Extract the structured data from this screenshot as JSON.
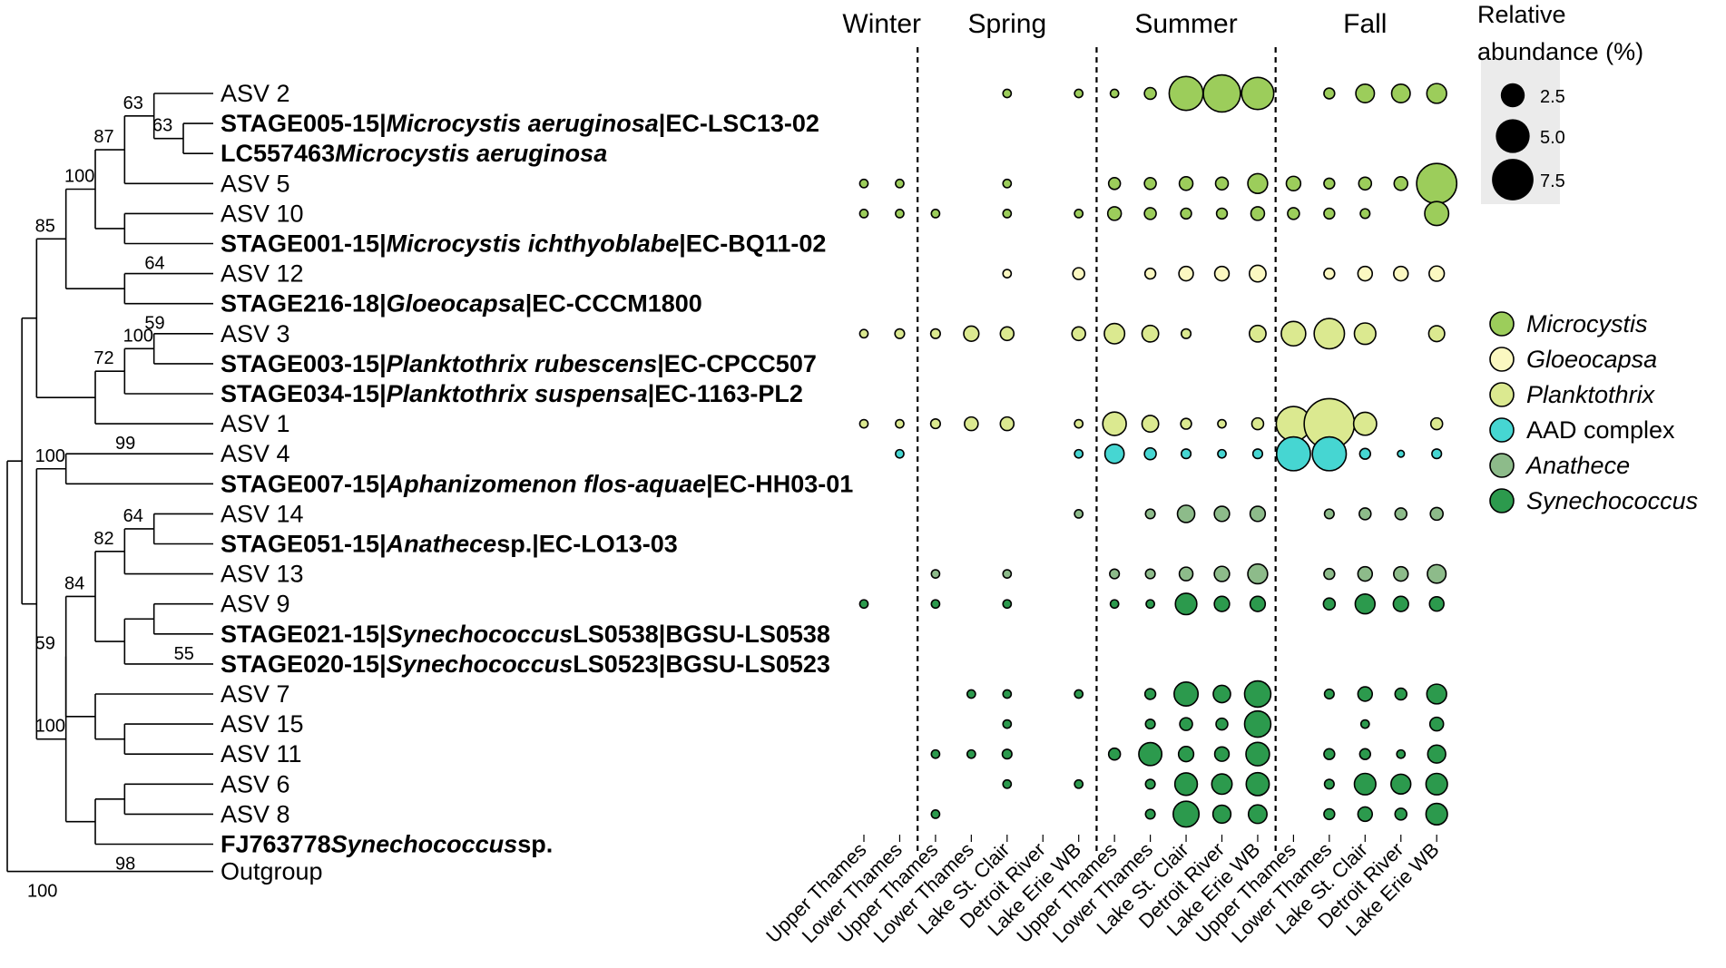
{
  "seasons": [
    "Winter",
    "Spring",
    "Summer",
    "Fall"
  ],
  "sites": [
    "Upper Thames",
    "Lower Thames",
    "Upper Thames",
    "Lower Thames",
    "Lake St. Clair",
    "Detroit River",
    "Lake Erie WB",
    "Upper Thames",
    "Lower Thames",
    "Lake St. Clair",
    "Detroit River",
    "Lake Erie WB",
    "Upper Thames",
    "Lower Thames",
    "Lake St. Clair",
    "Detroit River",
    "Lake Erie WB"
  ],
  "size_legend": {
    "title_line1": "Relative",
    "title_line2": "abundance (%)",
    "items": [
      {
        "value": 2.5,
        "label": "2.5"
      },
      {
        "value": 5.0,
        "label": "5.0"
      },
      {
        "value": 7.5,
        "label": "7.5"
      }
    ]
  },
  "groups": [
    {
      "key": "Microcystis",
      "label": "Microcystis",
      "color": "#9ccd5b",
      "italic": true
    },
    {
      "key": "Gloeocapsa",
      "label": "Gloeocapsa",
      "color": "#fbf8c1",
      "italic": true
    },
    {
      "key": "Planktothrix",
      "label": "Planktothrix",
      "color": "#dbe990",
      "italic": true
    },
    {
      "key": "AAD",
      "label": "AAD complex",
      "color": "#46d6d2",
      "italic": false
    },
    {
      "key": "Anathece",
      "label": "Anathece",
      "color": "#8dbb8a",
      "italic": true
    },
    {
      "key": "Synechococcus",
      "label": "Synechococcus",
      "color": "#2c9a4d",
      "italic": true
    }
  ],
  "tree": {
    "leaves": [
      {
        "id": "asv2",
        "segments": [
          {
            "text": "ASV 2"
          }
        ]
      },
      {
        "id": "stage005",
        "bold": true,
        "segments": [
          {
            "text": "STAGE005-15|"
          },
          {
            "text": "Microcystis aeruginosa",
            "italic": true
          },
          {
            "text": "|EC-LSC13-02"
          }
        ]
      },
      {
        "id": "lc557463",
        "bold": true,
        "segments": [
          {
            "text": "LC557463"
          },
          {
            "text": "Microcystis aeruginosa",
            "italic": true
          }
        ]
      },
      {
        "id": "asv5",
        "segments": [
          {
            "text": "ASV 5"
          }
        ]
      },
      {
        "id": "asv10",
        "segments": [
          {
            "text": "ASV 10"
          }
        ]
      },
      {
        "id": "stage001",
        "bold": true,
        "segments": [
          {
            "text": "STAGE001-15|"
          },
          {
            "text": "Microcystis ichthyoblabe",
            "italic": true
          },
          {
            "text": "|EC-BQ11-02"
          }
        ]
      },
      {
        "id": "asv12",
        "segments": [
          {
            "text": "ASV 12"
          }
        ]
      },
      {
        "id": "stage216",
        "bold": true,
        "segments": [
          {
            "text": "STAGE216-18|"
          },
          {
            "text": "Gloeocapsa",
            "italic": true
          },
          {
            "text": "|EC-CCCM1800"
          }
        ]
      },
      {
        "id": "asv3",
        "segments": [
          {
            "text": "ASV 3"
          }
        ]
      },
      {
        "id": "stage003",
        "bold": true,
        "segments": [
          {
            "text": "STAGE003-15|"
          },
          {
            "text": "Planktothrix rubescens",
            "italic": true
          },
          {
            "text": "|EC-CPCC507"
          }
        ]
      },
      {
        "id": "stage034",
        "bold": true,
        "segments": [
          {
            "text": "STAGE034-15|"
          },
          {
            "text": "Planktothrix suspensa",
            "italic": true
          },
          {
            "text": "|EC-1163-PL2"
          }
        ]
      },
      {
        "id": "asv1",
        "segments": [
          {
            "text": "ASV 1"
          }
        ]
      },
      {
        "id": "asv4",
        "segments": [
          {
            "text": "ASV 4"
          }
        ]
      },
      {
        "id": "stage007",
        "bold": true,
        "segments": [
          {
            "text": "STAGE007-15|"
          },
          {
            "text": "Aphanizomenon flos-aquae",
            "italic": true
          },
          {
            "text": "|EC-HH03-01"
          }
        ]
      },
      {
        "id": "asv14",
        "segments": [
          {
            "text": "ASV 14"
          }
        ]
      },
      {
        "id": "stage051",
        "bold": true,
        "segments": [
          {
            "text": "STAGE051-15|"
          },
          {
            "text": "Anathece",
            "italic": true
          },
          {
            "text": "sp.|EC-LO13-03"
          }
        ]
      },
      {
        "id": "asv13",
        "segments": [
          {
            "text": "ASV 13"
          }
        ]
      },
      {
        "id": "asv9",
        "segments": [
          {
            "text": "ASV 9"
          }
        ]
      },
      {
        "id": "stage021",
        "bold": true,
        "segments": [
          {
            "text": "STAGE021-15|"
          },
          {
            "text": "Synechococcus",
            "italic": true
          },
          {
            "text": "LS0538|BGSU-LS0538"
          }
        ]
      },
      {
        "id": "stage020",
        "bold": true,
        "segments": [
          {
            "text": "STAGE020-15|"
          },
          {
            "text": "Synechococcus",
            "italic": true
          },
          {
            "text": "LS0523|BGSU-LS0523"
          }
        ]
      },
      {
        "id": "asv7",
        "segments": [
          {
            "text": "ASV 7"
          }
        ]
      },
      {
        "id": "asv15",
        "segments": [
          {
            "text": "ASV 15"
          }
        ]
      },
      {
        "id": "asv11",
        "segments": [
          {
            "text": "ASV 11"
          }
        ]
      },
      {
        "id": "asv6",
        "segments": [
          {
            "text": "ASV 6"
          }
        ]
      },
      {
        "id": "asv8",
        "segments": [
          {
            "text": "ASV 8"
          }
        ]
      },
      {
        "id": "fj763778",
        "bold": true,
        "segments": [
          {
            "text": "FJ763778"
          },
          {
            "text": "Synechococcus",
            "italic": true
          },
          {
            "text": "sp."
          }
        ]
      },
      {
        "id": "outgroup",
        "segments": [
          {
            "text": "Outgroup"
          }
        ]
      }
    ],
    "nodes": [
      {
        "id": "n_a",
        "depth": 6,
        "children": [
          "stage005",
          "lc557463"
        ],
        "support": "63"
      },
      {
        "id": "n_b",
        "depth": 5,
        "children": [
          "asv2",
          "n_a"
        ],
        "support": "63"
      },
      {
        "id": "n_c",
        "depth": 4,
        "children": [
          "n_b",
          "asv5"
        ],
        "support": "87"
      },
      {
        "id": "n_d",
        "depth": 4,
        "children": [
          "asv10",
          "stage001"
        ],
        "support": "64"
      },
      {
        "id": "n_e",
        "depth": 3,
        "children": [
          "n_c",
          "n_d"
        ],
        "support": "100"
      },
      {
        "id": "n_f",
        "depth": 4,
        "children": [
          "asv12",
          "stage216"
        ],
        "support": "59"
      },
      {
        "id": "n_g",
        "depth": 2,
        "children": [
          "n_e",
          "n_f"
        ],
        "support": "85"
      },
      {
        "id": "n_h",
        "depth": 5,
        "children": [
          "asv3",
          "stage003"
        ],
        "support": "100"
      },
      {
        "id": "n_i",
        "depth": 4,
        "children": [
          "n_h",
          "stage034"
        ],
        "support": "72"
      },
      {
        "id": "n_j",
        "depth": 3,
        "children": [
          "n_i",
          "asv1"
        ],
        "support": "99"
      },
      {
        "id": "n_k",
        "depth": 1,
        "children": [
          "n_g",
          "n_j"
        ],
        "support": ""
      },
      {
        "id": "n_l",
        "depth": 2,
        "children": [
          "asv4",
          "stage007"
        ],
        "support": "100"
      },
      {
        "id": "n_m",
        "depth": 5,
        "children": [
          "asv14",
          "stage051"
        ],
        "support": "64"
      },
      {
        "id": "n_n",
        "depth": 4,
        "children": [
          "n_m",
          "asv13"
        ],
        "support": "82"
      },
      {
        "id": "n_o",
        "depth": 5,
        "children": [
          "asv9",
          "stage021"
        ],
        "support": "55"
      },
      {
        "id": "n_p",
        "depth": 4,
        "children": [
          "n_o",
          "stage020"
        ],
        "support": ""
      },
      {
        "id": "n_q",
        "depth": 3,
        "children": [
          "n_n",
          "n_p"
        ],
        "support": "84"
      },
      {
        "id": "n_r",
        "depth": 4,
        "children": [
          "asv15",
          "asv11"
        ],
        "support": ""
      },
      {
        "id": "n_s",
        "depth": 3,
        "children": [
          "asv7",
          "n_r"
        ],
        "support": ""
      },
      {
        "id": "n_t",
        "depth": 2,
        "children": [
          "n_q",
          "n_s"
        ],
        "support": "59"
      },
      {
        "id": "n_u",
        "depth": 4,
        "children": [
          "asv6",
          "asv8"
        ],
        "support": ""
      },
      {
        "id": "n_v",
        "depth": 3,
        "children": [
          "n_u",
          "fj763778"
        ],
        "support": "98"
      },
      {
        "id": "n_w",
        "depth": 2,
        "children": [
          "n_t",
          "n_v"
        ],
        "support": "100"
      },
      {
        "id": "n_x",
        "depth": 1,
        "children": [
          "n_l",
          "n_w"
        ],
        "support": ""
      },
      {
        "id": "n_root1",
        "depth": 0.5,
        "children": [
          "n_k",
          "n_x"
        ],
        "support": ""
      },
      {
        "id": "n_root",
        "depth": 0,
        "children": [
          "n_root1",
          "outgroup"
        ],
        "support": "100"
      }
    ]
  },
  "abundance": [
    {
      "leaf": "asv2",
      "group": "Microcystis",
      "values": [
        0,
        0,
        0,
        0,
        0.3,
        0,
        0.3,
        0.3,
        0.6,
        5.0,
        6.0,
        4.5,
        0,
        0.5,
        1.5,
        1.5,
        1.7
      ]
    },
    {
      "leaf": "asv5",
      "group": "Microcystis",
      "values": [
        0.3,
        0.3,
        0,
        0,
        0.3,
        0,
        0,
        0.6,
        0.6,
        0.8,
        0.7,
        1.7,
        0.9,
        0.5,
        0.7,
        0.8,
        7.0
      ]
    },
    {
      "leaf": "asv10",
      "group": "Microcystis",
      "values": [
        0.3,
        0.3,
        0.3,
        0,
        0.3,
        0,
        0.3,
        0.8,
        0.6,
        0.5,
        0.5,
        0.8,
        0.6,
        0.5,
        0.4,
        0,
        2.5
      ]
    },
    {
      "leaf": "asv12",
      "group": "Gloeocapsa",
      "values": [
        0,
        0,
        0,
        0,
        0.3,
        0,
        0.6,
        0,
        0.5,
        0.9,
        0.9,
        1.2,
        0,
        0.5,
        0.9,
        0.9,
        1.0
      ]
    },
    {
      "leaf": "asv3",
      "group": "Planktothrix",
      "values": [
        0.3,
        0.4,
        0.4,
        1.0,
        0.8,
        0,
        0.8,
        1.8,
        1.2,
        0.4,
        0,
        1.2,
        2.6,
        4.0,
        2.0,
        0,
        1.1
      ]
    },
    {
      "leaf": "asv1",
      "group": "Planktothrix",
      "values": [
        0.3,
        0.3,
        0.4,
        0.8,
        0.8,
        0,
        0.3,
        2.4,
        1.2,
        0.5,
        0.3,
        0.6,
        5.2,
        11.0,
        2.3,
        0,
        0.6
      ]
    },
    {
      "leaf": "asv4",
      "group": "AAD",
      "values": [
        0,
        0.3,
        0,
        0,
        0,
        0,
        0.3,
        1.6,
        0.6,
        0.4,
        0.3,
        0.4,
        5.0,
        5.0,
        0.5,
        0.2,
        0.4
      ]
    },
    {
      "leaf": "asv14",
      "group": "Anathece",
      "values": [
        0,
        0,
        0,
        0,
        0,
        0,
        0.3,
        0,
        0.4,
        1.3,
        1.0,
        1.0,
        0,
        0.4,
        0.6,
        0.6,
        0.7
      ]
    },
    {
      "leaf": "asv13",
      "group": "Anathece",
      "values": [
        0,
        0,
        0.3,
        0,
        0.3,
        0,
        0,
        0.4,
        0.4,
        0.8,
        1.0,
        1.7,
        0,
        0.5,
        0.9,
        0.9,
        1.5
      ]
    },
    {
      "leaf": "asv9",
      "group": "Synechococcus",
      "values": [
        0.3,
        0,
        0.3,
        0,
        0.3,
        0,
        0,
        0.3,
        0.3,
        2.0,
        1.0,
        1.0,
        0,
        0.6,
        1.7,
        1.0,
        0.9
      ]
    },
    {
      "leaf": "asv7",
      "group": "Synechococcus",
      "values": [
        0,
        0,
        0,
        0.3,
        0.3,
        0,
        0.3,
        0,
        0.5,
        2.5,
        1.3,
        3.0,
        0,
        0.4,
        0.9,
        0.6,
        1.7
      ]
    },
    {
      "leaf": "asv15",
      "group": "Synechococcus",
      "values": [
        0,
        0,
        0,
        0,
        0.3,
        0,
        0,
        0,
        0.4,
        0.7,
        0.6,
        3.0,
        0,
        0,
        0.3,
        0,
        0.8
      ]
    },
    {
      "leaf": "asv11",
      "group": "Synechococcus",
      "values": [
        0,
        0,
        0.3,
        0.3,
        0.4,
        0,
        0,
        0.6,
        2.3,
        1.0,
        0.9,
        2.4,
        0,
        0.5,
        0.5,
        0.3,
        1.4
      ]
    },
    {
      "leaf": "asv6",
      "group": "Synechococcus",
      "values": [
        0,
        0,
        0,
        0,
        0.3,
        0,
        0.3,
        0,
        0.4,
        2.2,
        1.8,
        2.3,
        0,
        0.4,
        2.0,
        1.7,
        2.0
      ]
    },
    {
      "leaf": "asv8",
      "group": "Synechococcus",
      "values": [
        0,
        0,
        0.3,
        0,
        0,
        0,
        0,
        0,
        0.4,
        2.9,
        1.4,
        1.5,
        0,
        0.5,
        0.9,
        0.6,
        2.0
      ]
    }
  ]
}
